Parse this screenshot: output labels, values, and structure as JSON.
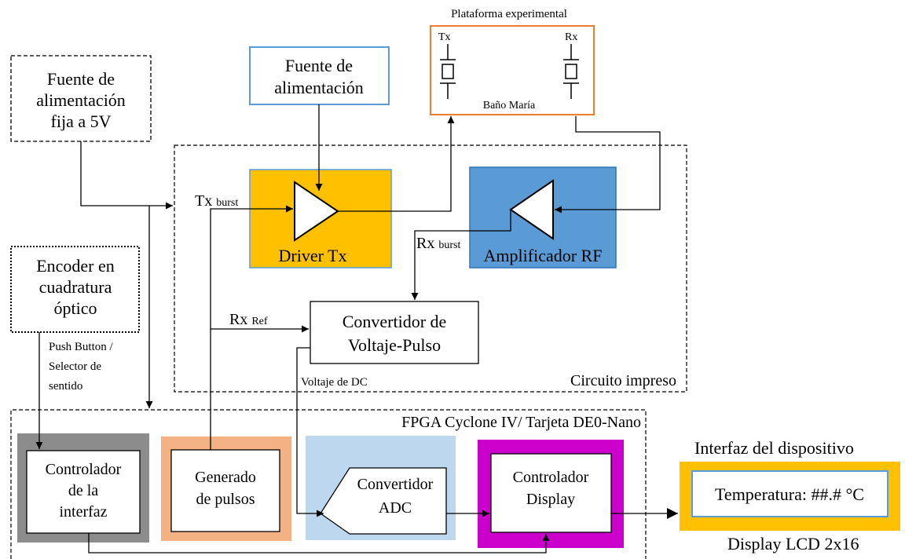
{
  "power_fixed": [
    "Fuente de",
    "alimentación",
    "fija a 5V"
  ],
  "power_supply": [
    "Fuente de",
    "alimentación"
  ],
  "platform": {
    "title": "Plataforma experimental",
    "tx": "Tx",
    "rx": "Rx",
    "bath": "Baño María"
  },
  "encoder": [
    "Encoder en",
    "cuadratura",
    "óptico"
  ],
  "push_button": [
    "Push Button /",
    "Selector de",
    "sentido"
  ],
  "pcb_label": "Circuito impreso",
  "driver_label": "Driver Tx",
  "amp_label": "Amplificador RF",
  "tx_burst": {
    "main": "Tx",
    "sub": "burst"
  },
  "rx_burst": {
    "main": "Rx",
    "sub": "burst"
  },
  "rx_ref": {
    "main": "Rx",
    "sub": "Ref"
  },
  "converter_vp": [
    "Convertidor de",
    "Voltaje-Pulso"
  ],
  "dc_voltage": "Voltaje de DC",
  "fpga_label": "FPGA Cyclone IV/ Tarjeta DE0-Nano",
  "interface_ctrl": [
    "Controlador",
    "de la",
    "interfaz"
  ],
  "pulse_gen": [
    "Generado",
    "de pulsos"
  ],
  "adc": [
    "Convertidor",
    "ADC"
  ],
  "display_ctrl": [
    "Controlador",
    "Display"
  ],
  "device_interface_title": "Interfaz del dispositivo",
  "lcd_text": "Temperatura:  ##.# °C",
  "lcd_label": "Display LCD 2x16",
  "colors": {
    "driver": "#ffc000",
    "amplifier": "#5b9bd5",
    "adc_bg": "#bdd7ee",
    "pulse_bg": "#f4b183",
    "ctrl_bg": "#8c8c8c",
    "display_ctrl_bg": "#cc00cc",
    "lcd_frame": "#ffc000",
    "platform_border": "#ed7d31",
    "supply_border": "#5b9bd5"
  }
}
